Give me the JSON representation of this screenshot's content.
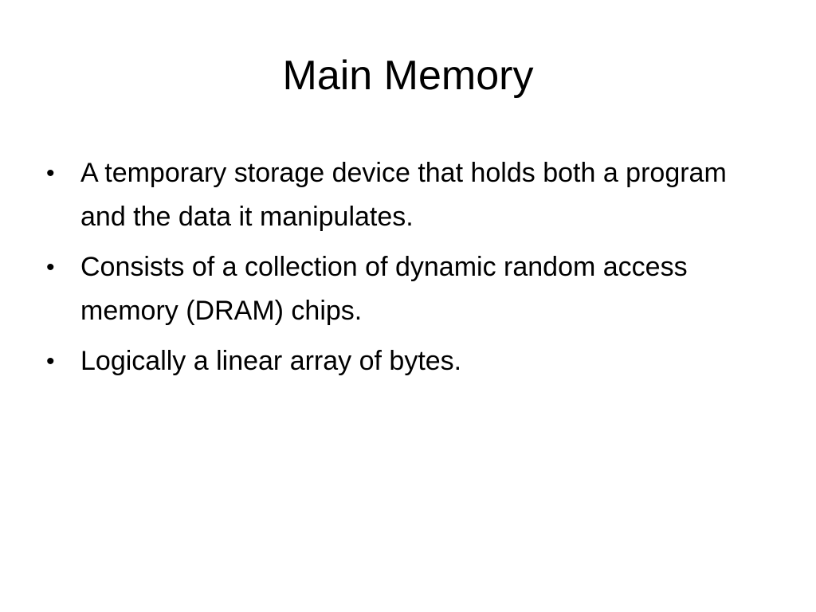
{
  "slide": {
    "title": "Main Memory",
    "bullets": [
      {
        "text": "A temporary storage device that holds both a program and the data it manipulates."
      },
      {
        "text": "Consists of a collection of dynamic random access memory (DRAM) chips."
      },
      {
        "text": "Logically a linear array of bytes."
      }
    ],
    "bullet_glyph": "•"
  }
}
